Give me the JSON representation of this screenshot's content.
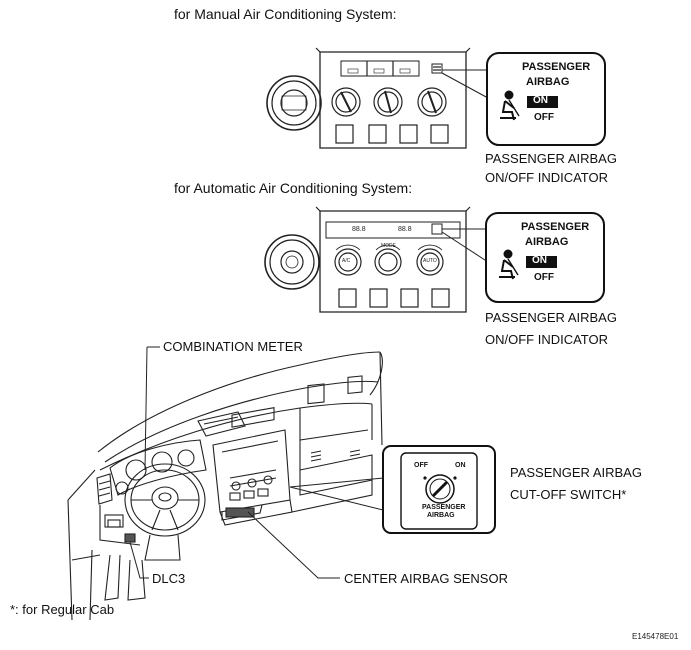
{
  "headings": {
    "manual": "for Manual Air Conditioning System:",
    "automatic": "for Automatic Air Conditioning System:"
  },
  "callout_manual": {
    "line1": "PASSENGER",
    "line2": "AIRBAG",
    "on": "ON",
    "off": "OFF"
  },
  "callout_auto": {
    "line1": "PASSENGER",
    "line2": "AIRBAG",
    "on": "ON",
    "off": "OFF"
  },
  "indicator_label_manual": {
    "line1": "PASSENGER AIRBAG",
    "line2": "ON/OFF INDICATOR"
  },
  "indicator_label_auto": {
    "line1": "PASSENGER AIRBAG",
    "line2": "ON/OFF INDICATOR"
  },
  "combination_meter": "COMBINATION METER",
  "cutoff_switch": {
    "off": "OFF",
    "on": "ON",
    "knob_line1": "PASSENGER",
    "knob_line2": "AIRBAG",
    "label_line1": "PASSENGER AIRBAG",
    "label_line2": "CUT-OFF SWITCH*"
  },
  "dlc3": "DLC3",
  "center_airbag_sensor": "CENTER AIRBAG SENSOR",
  "footnote": "*: for Regular Cab",
  "figure_code": "E145478E01",
  "auto_display": {
    "left": "88.8",
    "right": "88.8"
  },
  "auto_knobs": {
    "left": "A/C",
    "center": "MODE",
    "right": "AUTO"
  }
}
